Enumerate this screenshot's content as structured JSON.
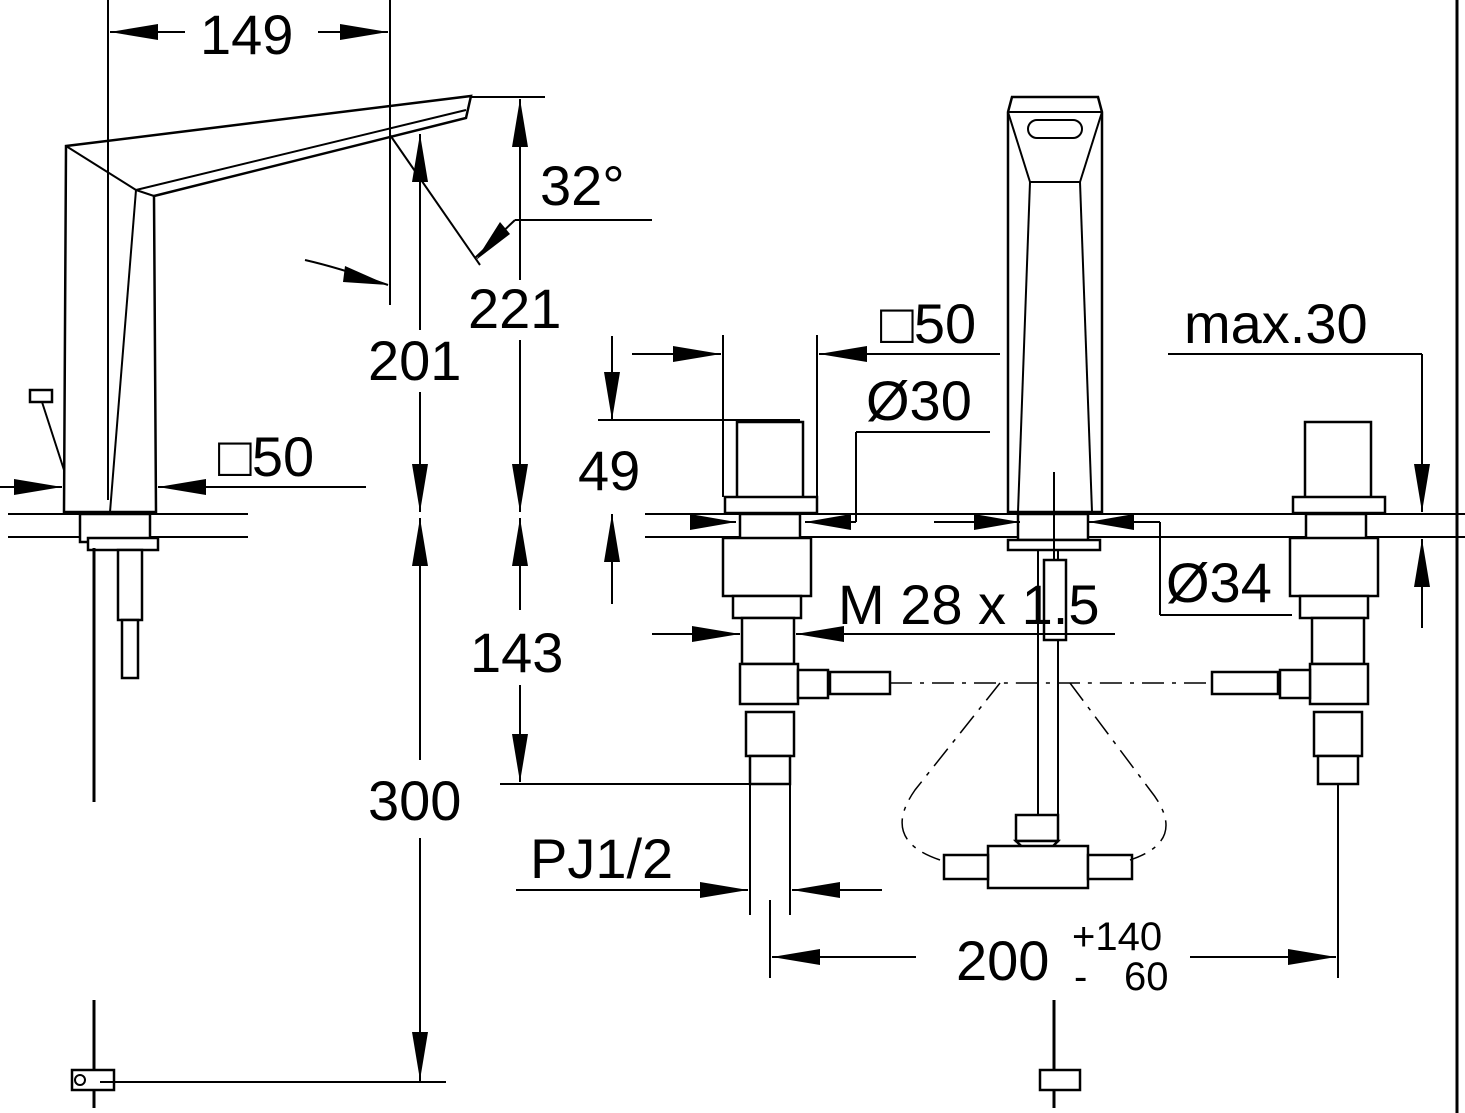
{
  "dimensions": {
    "spout_reach": "149",
    "spout_angle": "32°",
    "spout_height": "221",
    "spout_outlet_height": "201",
    "spout_base_square": "□50",
    "handle_height": "49",
    "middle_square": "□50",
    "handle_diameter": "Ø30",
    "max_deck": "max.30",
    "flange_diameter": "Ø34",
    "thread": "M 28 x 1.5",
    "below_deck": "143",
    "supply_length": "300",
    "connection": "PJ1/2",
    "spread_base": "200",
    "spread_plus": "+140",
    "spread_minus": "-",
    "spread_minus_val": "60"
  }
}
